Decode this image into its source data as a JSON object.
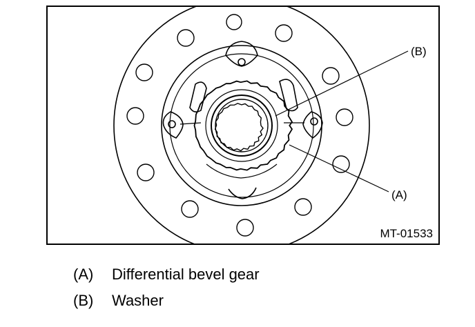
{
  "figure": {
    "id_label": "MT-01533",
    "callouts": {
      "a": "(A)",
      "b": "(B)"
    }
  },
  "legend": [
    {
      "key": "(A)",
      "text": "Differential bevel gear"
    },
    {
      "key": "(B)",
      "text": "Washer"
    }
  ]
}
